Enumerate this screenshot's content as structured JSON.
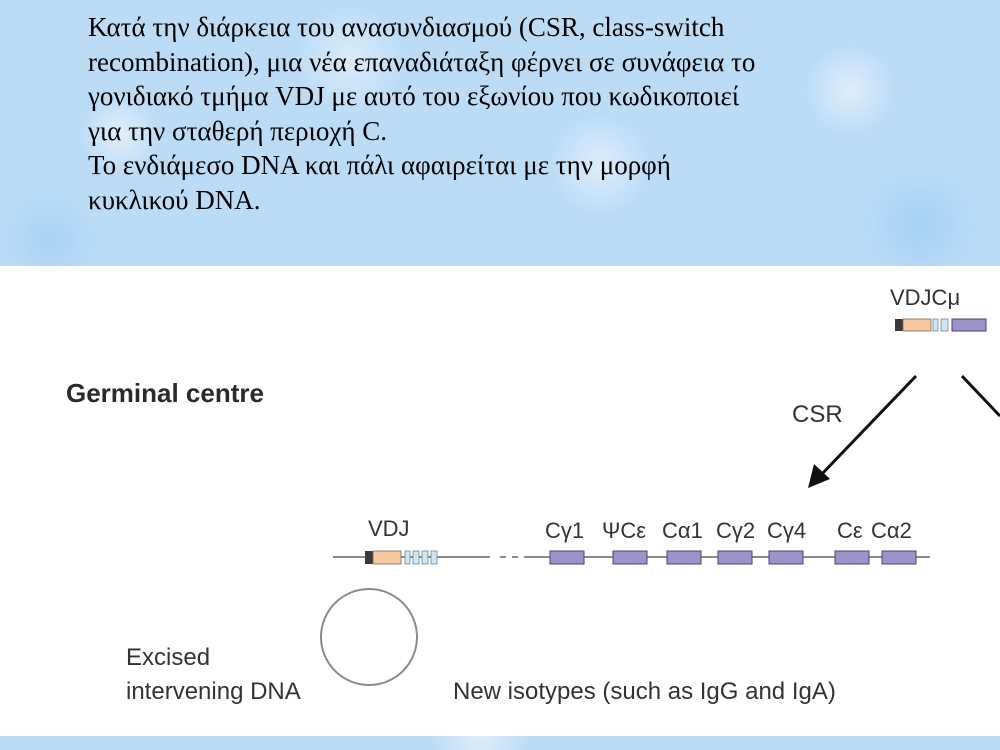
{
  "text": {
    "line1": "Κατά την διάρκεια του ανασυνδιασμού (CSR, class-switch",
    "line2": "recombination), μια νέα επαναδιάταξη φέρνει σε συνάφεια το",
    "line3": "γονιδιακό τμήμα VDJ με αυτό του εξωνίου που κωδικοποιεί",
    "line4": "για την σταθερή περιοχή C.",
    "line5": "Το ενδιάμεσο DNA και πάλι αφαιρείται με την μορφή",
    "line6": "κυκλικού DNA."
  },
  "diagram": {
    "vdjc_label": "VDJCμ",
    "germinal_label": "Germinal centre",
    "csr_label": "CSR",
    "vdj_label": "VDJ",
    "segments": [
      "Cγ1",
      "ΨCε",
      "Cα1",
      "Cγ2",
      "Cγ4",
      "Cε",
      "Cα2"
    ],
    "excised_line1": "Excised",
    "excised_line2": "intervening DNA",
    "new_isotypes": "New isotypes (such as IgG and IgA)",
    "colors": {
      "constant_segment": "#9b93c9",
      "v_segment": "#f5c8a2",
      "j_segment": "#cfe6f0",
      "line": "#8a8a8a",
      "dark_tip": "#3a3a3a"
    }
  }
}
